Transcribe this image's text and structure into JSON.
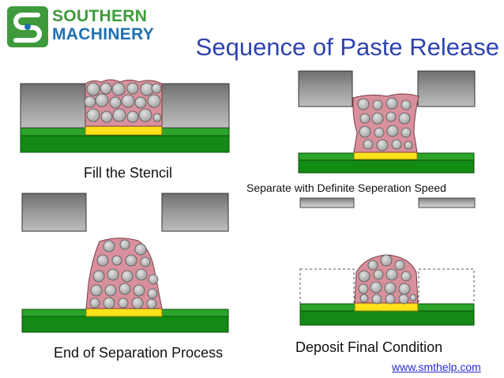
{
  "logo": {
    "line1": "SOUTHERN",
    "line2": "MACHINERY",
    "mark_icon": "southern-machinery-logo-icon",
    "brand_color": "#3f9a3c",
    "text_color": "#1f6fb0"
  },
  "title": "Sequence of Paste Release",
  "steps": [
    {
      "label": "Fill the Stencil"
    },
    {
      "label": "Separate with Definite Seperation Speed"
    },
    {
      "label": "End of Separation Process"
    },
    {
      "label": "Deposit Final Condition"
    }
  ],
  "footer": {
    "url": "www.smthelp.com"
  },
  "colors": {
    "title": "#2e43b0",
    "stencil": "#8c8c8c",
    "board": "#138a13",
    "pad": "#ffe21a",
    "paste": "#d7909c",
    "solder_ball": "#b8b8b8",
    "url": "#2a2ad8"
  }
}
